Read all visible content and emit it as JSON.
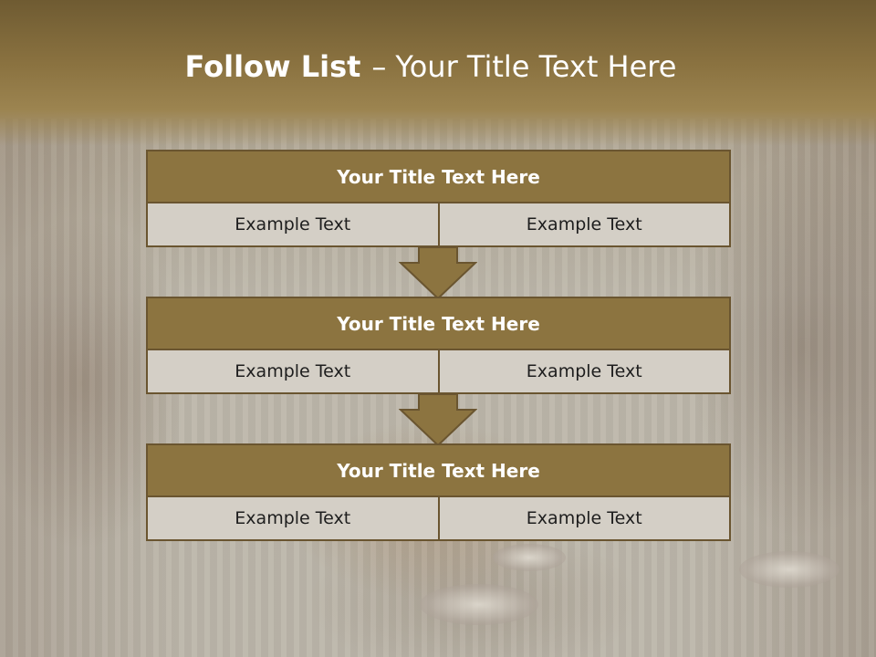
{
  "slide": {
    "title_bold": "Follow List",
    "title_separator": "–",
    "title_rest": "Your Title Text Here"
  },
  "steps": [
    {
      "title": "Your Title Text Here",
      "left": "Example Text",
      "right": "Example Text"
    },
    {
      "title": "Your Title Text Here",
      "left": "Example Text",
      "right": "Example Text"
    },
    {
      "title": "Your Title Text Here",
      "left": "Example Text",
      "right": "Example Text"
    }
  ],
  "colors": {
    "header_band": "#8a7240",
    "step_header": "#8c7440",
    "step_border": "#6a5530",
    "cell_fill": "#d4cfc6",
    "arrow_fill": "#8c7440"
  }
}
